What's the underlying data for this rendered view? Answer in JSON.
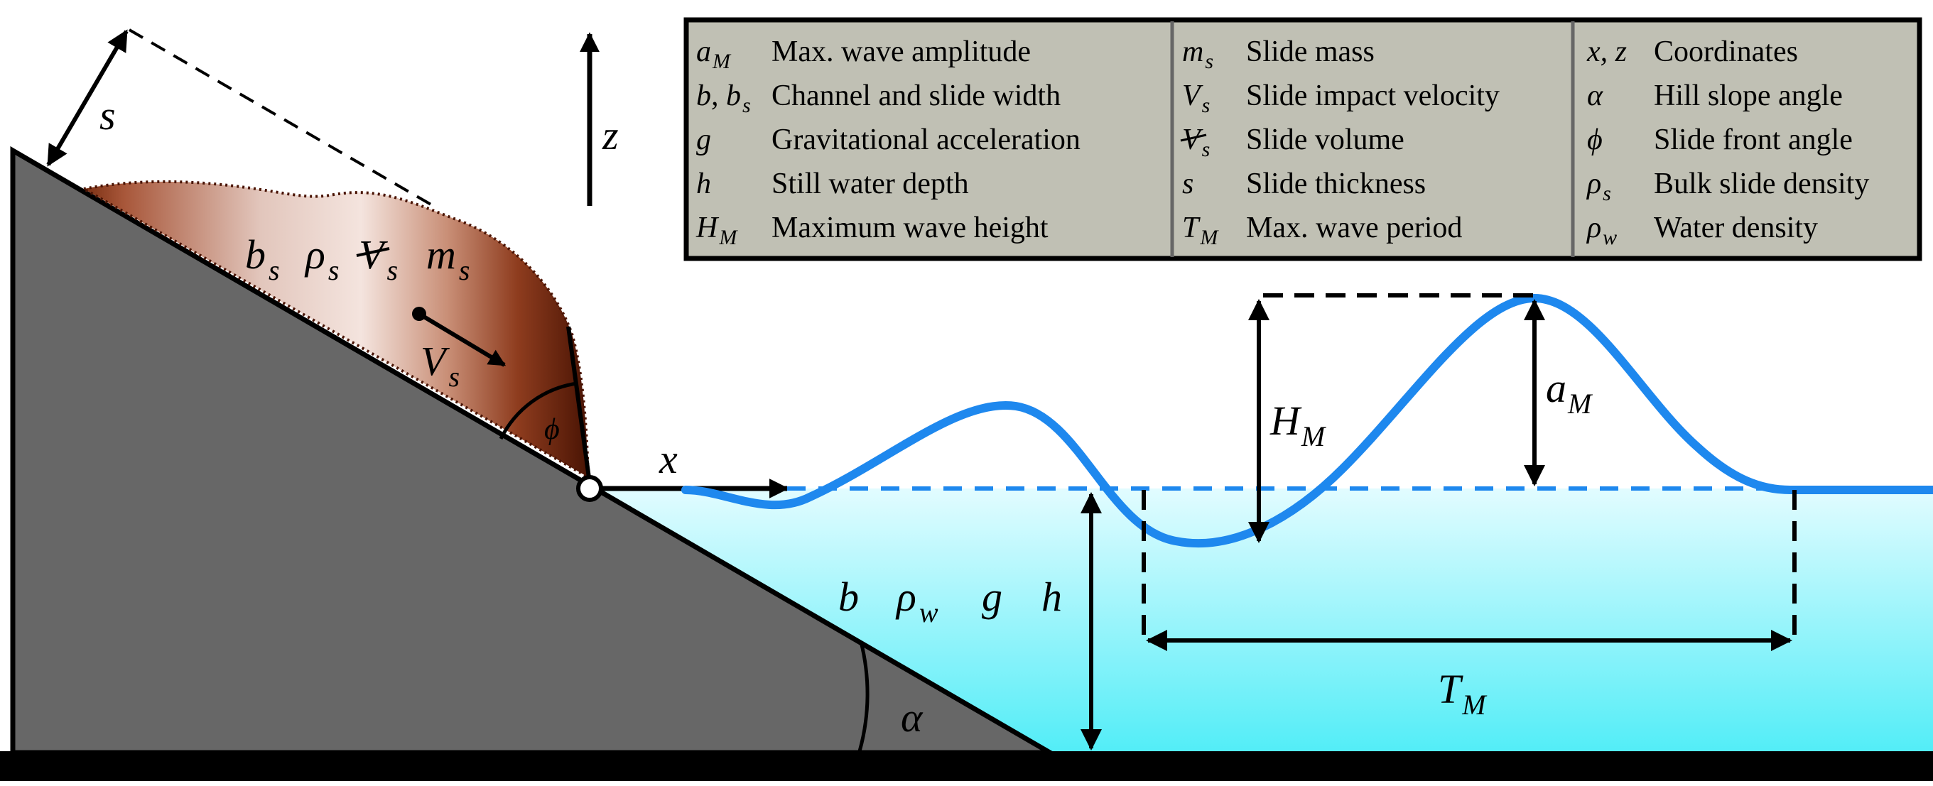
{
  "legend": {
    "col1": [
      {
        "sym": "a",
        "sub": "M",
        "desc": "Max. wave amplitude"
      },
      {
        "sym": "b, b",
        "sub": "s",
        "desc": "Channel and slide width"
      },
      {
        "sym": "g",
        "sub": "",
        "desc": "Gravitational acceleration"
      },
      {
        "sym": "h",
        "sub": "",
        "desc": "Still water depth"
      },
      {
        "sym": "H",
        "sub": "M",
        "desc": "Maximum wave height"
      }
    ],
    "col2": [
      {
        "sym": "m",
        "sub": "s",
        "desc": "Slide mass"
      },
      {
        "sym": "V",
        "sub": "s",
        "desc": "Slide impact velocity"
      },
      {
        "sym": "V",
        "sub": "s",
        "desc": "Slide volume"
      },
      {
        "sym": "s",
        "sub": "",
        "desc": "Slide thickness"
      },
      {
        "sym": "T",
        "sub": "M",
        "desc": "Max. wave period"
      }
    ],
    "col3": [
      {
        "sym": "x, z",
        "sub": "",
        "desc": "Coordinates"
      },
      {
        "sym": "α",
        "sub": "",
        "desc": "Hill slope angle"
      },
      {
        "sym": "ϕ",
        "sub": "",
        "desc": "Slide front angle"
      },
      {
        "sym": "ρ",
        "sub": "s",
        "desc": "Bulk slide density"
      },
      {
        "sym": "ρ",
        "sub": "w",
        "desc": "Water density"
      }
    ]
  },
  "labels": {
    "s": "s",
    "z": "z",
    "x": "x",
    "b": "b",
    "rho": "ρ",
    "s_sub": "s",
    "w_sub": "w",
    "V": "V",
    "m": "m",
    "g": "g",
    "h": "h",
    "H": "H",
    "a": "a",
    "M_sub": "M",
    "T": "T",
    "alpha": "α",
    "phi": "ϕ"
  },
  "colors": {
    "ground": "#676767",
    "water_top": "#d8fbff",
    "water_bottom": "#55eef8",
    "wave": "#1e88ee",
    "legend_bg": "#c0c0b4",
    "slide_dark": "#5a1f0a",
    "slide_light": "#f0dcd6"
  }
}
